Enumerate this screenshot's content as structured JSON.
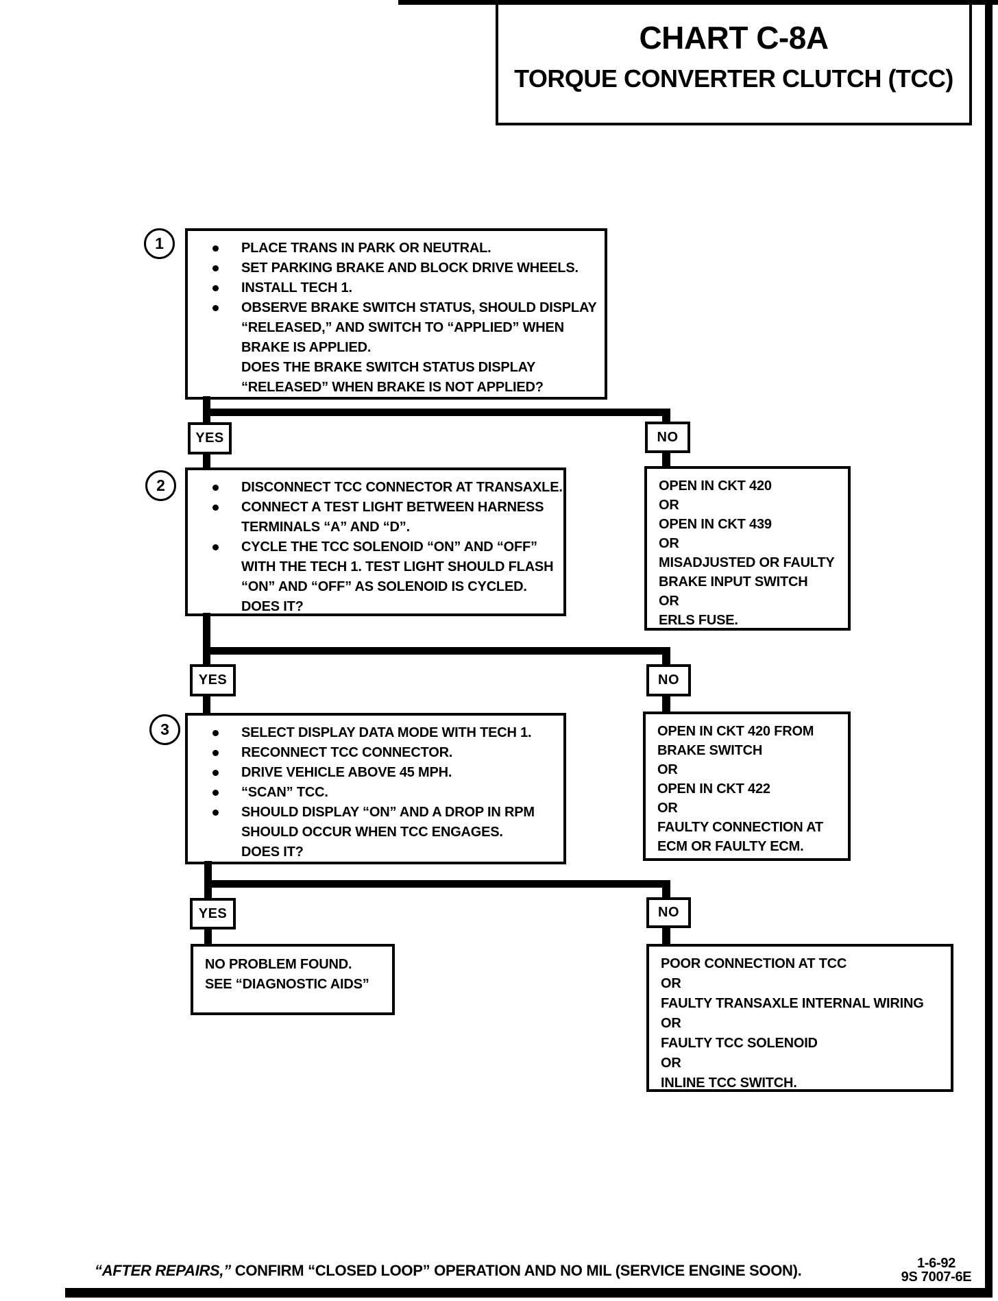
{
  "title_box": {
    "title": "CHART C-8A",
    "subtitle": "TORQUE CONVERTER CLUTCH (TCC)"
  },
  "labels": {
    "yes": "YES",
    "no": "NO"
  },
  "steps": [
    {
      "number": "1",
      "lines": [
        {
          "bullet": true,
          "text": "PLACE TRANS IN PARK OR NEUTRAL."
        },
        {
          "bullet": true,
          "text": "SET PARKING BRAKE AND BLOCK DRIVE WHEELS."
        },
        {
          "bullet": true,
          "text": "INSTALL TECH 1."
        },
        {
          "bullet": true,
          "text": "OBSERVE BRAKE SWITCH STATUS, SHOULD DISPLAY"
        },
        {
          "bullet": false,
          "text": "“RELEASED,” AND SWITCH TO “APPLIED” WHEN"
        },
        {
          "bullet": false,
          "text": "BRAKE IS APPLIED."
        },
        {
          "bullet": false,
          "text": "DOES THE BRAKE SWITCH STATUS DISPLAY"
        },
        {
          "bullet": false,
          "text": "“RELEASED” WHEN BRAKE IS NOT APPLIED?"
        }
      ]
    },
    {
      "number": "2",
      "lines": [
        {
          "bullet": true,
          "text": "DISCONNECT TCC CONNECTOR AT TRANSAXLE."
        },
        {
          "bullet": true,
          "text": "CONNECT A TEST LIGHT BETWEEN HARNESS"
        },
        {
          "bullet": false,
          "text": "TERMINALS “A” AND “D”."
        },
        {
          "bullet": true,
          "text": "CYCLE THE TCC SOLENOID “ON” AND “OFF”"
        },
        {
          "bullet": false,
          "text": "WITH THE TECH 1. TEST LIGHT SHOULD FLASH"
        },
        {
          "bullet": false,
          "text": "“ON” AND “OFF” AS SOLENOID IS CYCLED."
        },
        {
          "bullet": false,
          "text": "DOES IT?"
        }
      ]
    },
    {
      "number": "3",
      "lines": [
        {
          "bullet": true,
          "text": "SELECT DISPLAY DATA MODE WITH TECH 1."
        },
        {
          "bullet": true,
          "text": "RECONNECT TCC CONNECTOR."
        },
        {
          "bullet": true,
          "text": "DRIVE VEHICLE ABOVE 45 MPH."
        },
        {
          "bullet": true,
          "text": "“SCAN” TCC."
        },
        {
          "bullet": true,
          "text": "SHOULD DISPLAY “ON” AND A DROP IN RPM"
        },
        {
          "bullet": false,
          "text": "SHOULD OCCUR WHEN TCC ENGAGES."
        },
        {
          "bullet": false,
          "text": "DOES IT?"
        }
      ]
    }
  ],
  "results": {
    "no1": [
      "OPEN IN CKT 420",
      "OR",
      "OPEN IN CKT 439",
      "OR",
      "MISADJUSTED OR FAULTY",
      "BRAKE INPUT SWITCH",
      "OR",
      "ERLS FUSE."
    ],
    "no2": [
      "OPEN IN CKT 420 FROM",
      "BRAKE SWITCH",
      "OR",
      "OPEN IN CKT 422",
      "OR",
      "FAULTY CONNECTION AT",
      "ECM OR FAULTY ECM."
    ],
    "yes3": [
      "NO PROBLEM FOUND.",
      "SEE “DIAGNOSTIC AIDS”"
    ],
    "no3": [
      "POOR CONNECTION AT TCC",
      "OR",
      "FAULTY TRANSAXLE INTERNAL WIRING",
      "OR",
      "FAULTY TCC SOLENOID",
      "OR",
      "INLINE TCC SWITCH."
    ]
  },
  "footer": {
    "italic_part": "“AFTER REPAIRS,”",
    "rest": " CONFIRM “CLOSED LOOP” OPERATION AND NO MIL (SERVICE ENGINE SOON)."
  },
  "revision": {
    "date": "1-6-92",
    "code": "9S 7007-6E"
  }
}
